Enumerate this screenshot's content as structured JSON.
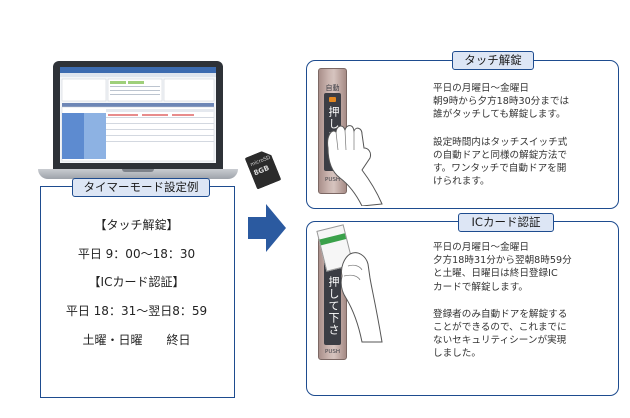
{
  "left_box": {
    "tag": "タイマーモード設定例",
    "lines": [
      "【タッチ解錠】",
      "平日 9：00〜18：30",
      "【ICカード認証】",
      "平日 18：31〜翌日8：59",
      "土曜・日曜　　終日"
    ]
  },
  "sd_card": {
    "brand": "microSD",
    "capacity": "8GB"
  },
  "touch_box": {
    "tag": "タッチ解錠",
    "para1": [
      "平日の月曜日〜金曜日",
      "朝9時から夕方18時30分までは",
      "誰がタッチしても解錠します。"
    ],
    "para2": [
      "設定時間内はタッチスイッチ式",
      "の自動ドアと同様の解錠方法で",
      "す。ワンタッチで自動ドアを開",
      "けられます。"
    ]
  },
  "ic_box": {
    "tag": "ICカード認証",
    "para1": [
      "平日の月曜日〜金曜日",
      "夕方18時31分から翌朝8時59分",
      "と土曜、日曜日は終日登録IC",
      "カードで解錠します。"
    ],
    "para2": [
      "登録者のみ自動ドアを解錠する",
      "ことができるので、これまでに",
      "ないセキュリティシーンが実現",
      "しました。"
    ]
  },
  "switch": {
    "top_label": "自動",
    "main_text": "押して下さい",
    "bottom_label": "PUSH"
  },
  "colors": {
    "border": "#1e4c8f",
    "tag_bg": "#dde6f5",
    "arrow": "#2b5aa0",
    "led": "#e38720"
  }
}
